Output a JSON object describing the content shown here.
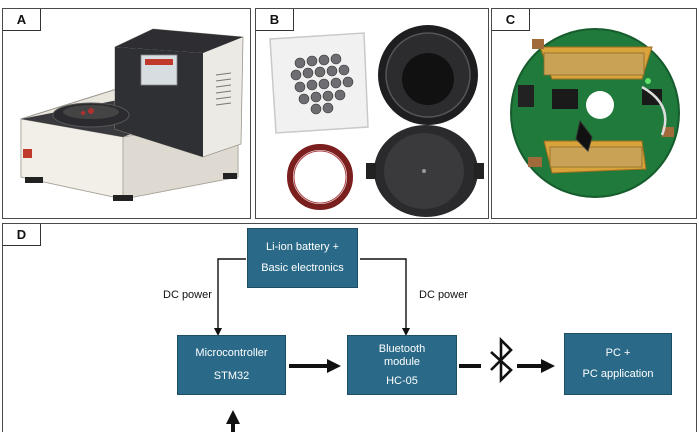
{
  "panels": {
    "a": {
      "label": "A"
    },
    "b": {
      "label": "B"
    },
    "c": {
      "label": "C"
    },
    "d": {
      "label": "D"
    }
  },
  "diagram": {
    "battery": {
      "line1": "Li-ion battery +",
      "line2": "Basic electronics"
    },
    "mcu": {
      "line1": "Microcontroller",
      "line2": "STM32"
    },
    "bt": {
      "line1": "Bluetooth",
      "line2": "module",
      "line3": "HC-05"
    },
    "pc": {
      "line1": "PC +",
      "line2": "PC application"
    },
    "edge_left": "DC power",
    "edge_right": "DC power"
  },
  "colors": {
    "node_fill": "#2a6a88",
    "arrow": "#111111"
  },
  "icons": {
    "wireless": "bluetooth-icon"
  }
}
